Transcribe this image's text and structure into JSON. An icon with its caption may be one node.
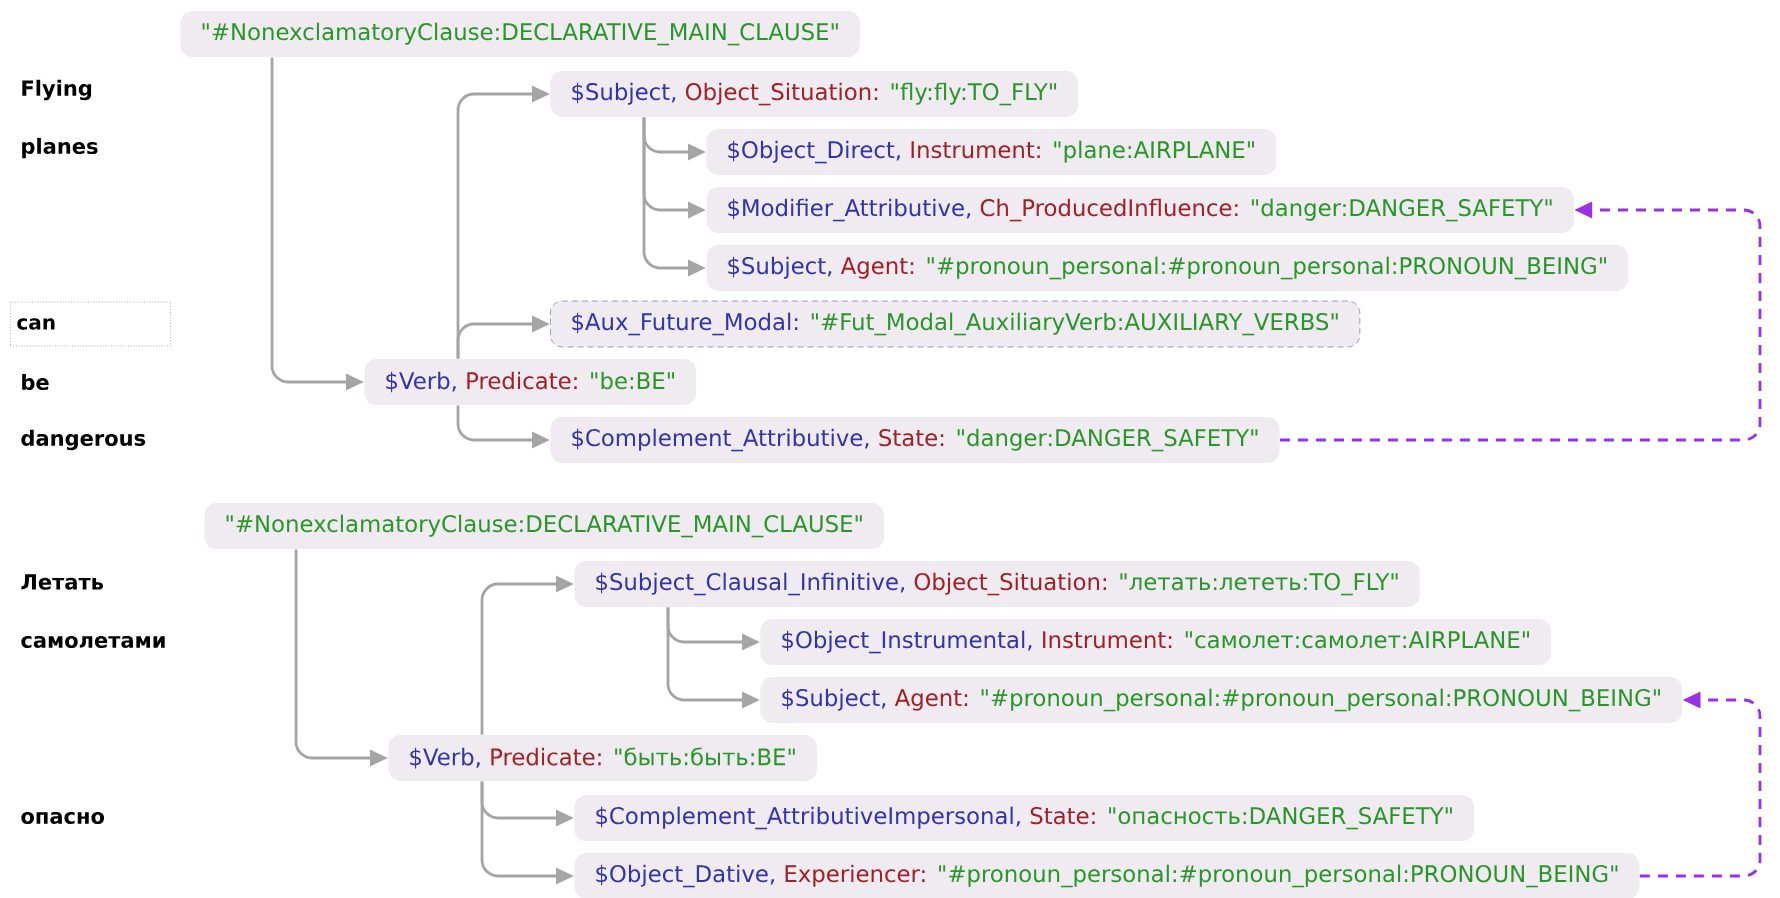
{
  "diagram": {
    "nodes": [
      {
        "text": [
          "\"#NonexclamatoryClause:DECLARATIVE_MAIN_CLAUSE\""
        ]
      },
      {
        "text": [
          "$Subject,",
          "Object_Situation:",
          "\"fly:fly:TO_FLY\""
        ]
      },
      {
        "text": [
          "$Object_Direct,",
          "Instrument:",
          "\"plane:AIRPLANE\""
        ]
      },
      {
        "text": [
          "$Modifier_Attributive,",
          "Ch_ProducedInfluence:",
          "\"danger:DANGER_SAFETY\""
        ]
      },
      {
        "text": [
          "$Subject,",
          "Agent:",
          "\"#pronoun_personal:#pronoun_personal:PRONOUN_BEING\""
        ]
      },
      {
        "text": [
          "can"
        ]
      },
      {
        "text": [
          "$Aux_Future_Modal:",
          "\"#Fut_Modal_AuxiliaryVerb:AUXILIARY_VERBS\""
        ]
      },
      {
        "text": [
          "$Verb,",
          "Predicate:",
          "\"be:BE\""
        ]
      },
      {
        "text": [
          "$Complement_Attributive,",
          "State:",
          "\"danger:DANGER_SAFETY\""
        ]
      },
      {
        "text": [
          "\"#NonexclamatoryClause:DECLARATIVE_MAIN_CLAUSE\""
        ]
      },
      {
        "text": [
          "$Subject_Clausal_Infinitive,",
          "Object_Situation:",
          "\"летать:лететь:TO_FLY\""
        ]
      },
      {
        "text": [
          "$Object_Instrumental,",
          "Instrument:",
          "\"самолет:самолет:AIRPLANE\""
        ]
      },
      {
        "text": [
          "$Subject,",
          "Agent:",
          "\"#pronoun_personal:#pronoun_personal:PRONOUN_BEING\""
        ]
      },
      {
        "text": [
          "$Verb,",
          "Predicate:",
          "\"быть:быть:BE\""
        ]
      },
      {
        "text": [
          "$Complement_AttributiveImpersonal,",
          "State:",
          "\"опасность:DANGER_SAFETY\""
        ]
      },
      {
        "text": [
          "$Object_Dative,",
          "Experiencer:",
          "\"#pronoun_personal:#pronoun_personal:PRONOUN_BEING\""
        ]
      }
    ],
    "edges": [
      {
        "from": 0,
        "to": 7,
        "arrow": "to"
      },
      {
        "from": 7,
        "to": 1,
        "arrow": "to"
      },
      {
        "from": 1,
        "to": 2,
        "arrow": "to"
      },
      {
        "from": 1,
        "to": 3,
        "arrow": "to"
      },
      {
        "from": 1,
        "to": 4,
        "arrow": "to"
      },
      {
        "from": 7,
        "to": 6,
        "arrow": "to"
      },
      {
        "from": 7,
        "to": 8,
        "arrow": "to"
      },
      {
        "from": 8,
        "to": 3,
        "arrow": "to",
        "style": "dashed",
        "color": "#9b30e8"
      },
      {
        "from": 9,
        "to": 13,
        "arrow": "to"
      },
      {
        "from": 13,
        "to": 10,
        "arrow": "to"
      },
      {
        "from": 10,
        "to": 11,
        "arrow": "to"
      },
      {
        "from": 10,
        "to": 12,
        "arrow": "to"
      },
      {
        "from": 13,
        "to": 14,
        "arrow": "to"
      },
      {
        "from": 13,
        "to": 15,
        "arrow": "to"
      },
      {
        "from": 15,
        "to": 12,
        "arrow": "to",
        "style": "dashed",
        "color": "#9b30e8"
      }
    ],
    "labels": [
      "Flying",
      "planes",
      "be",
      "dangerous",
      "Летать",
      "самолетами",
      "опасно"
    ]
  }
}
